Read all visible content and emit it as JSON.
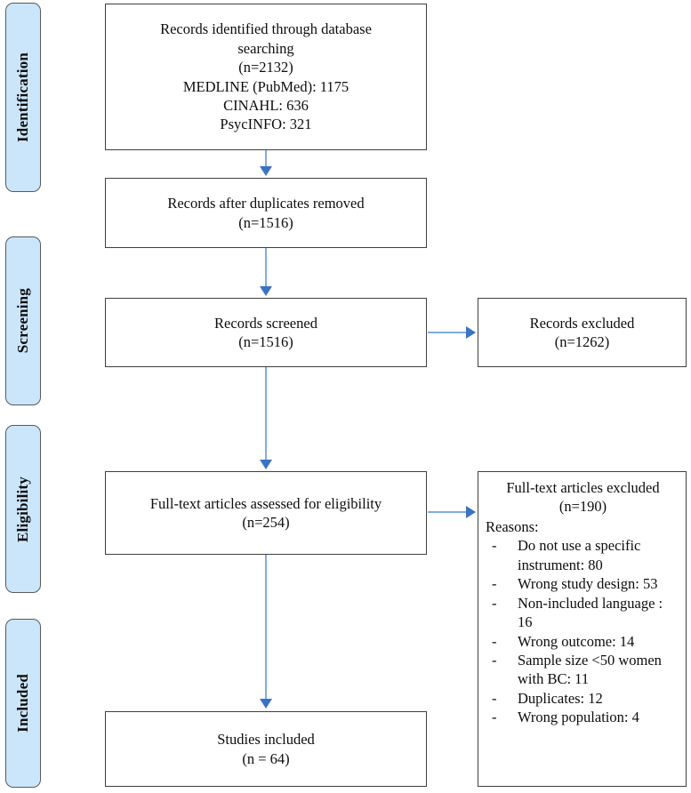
{
  "diagram": {
    "title": "PRISMA Flow Diagram",
    "accent_arrow_color": "#5B9BD5",
    "arrow_head_color": "#3B73C4",
    "stage_pill_fill": "#CBE6FB",
    "box_border_color": "#3F3F3F",
    "background": "#FFFFFF"
  },
  "stages": [
    {
      "id": "identification",
      "label": "Identification"
    },
    {
      "id": "screening",
      "label": "Screening"
    },
    {
      "id": "eligibility",
      "label": "Eligibility"
    },
    {
      "id": "included",
      "label": "Included"
    }
  ],
  "boxes": {
    "identified": {
      "lines": [
        "Records identified through database",
        "searching",
        "(n=2132)",
        "MEDLINE (PubMed): 1175",
        "CINAHL: 636",
        "PsycINFO: 321"
      ]
    },
    "duplicates_removed": {
      "lines": [
        "Records after duplicates removed",
        "(n=1516)"
      ]
    },
    "records_screened": {
      "lines": [
        "Records screened",
        "(n=1516)"
      ]
    },
    "records_excluded": {
      "lines": [
        "Records excluded",
        "(n=1262)"
      ]
    },
    "fulltext_assessed": {
      "lines": [
        "Full-text articles assessed for eligibility",
        "(n=254)"
      ]
    },
    "fulltext_excluded": {
      "header_lines": [
        "Full-text articles excluded",
        "(n=190)"
      ],
      "reasons_label": "Reasons:",
      "bullet_marker": "-",
      "reasons": [
        "Do not use a specific instrument: 80",
        "Wrong study design: 53",
        "Non-included language : 16",
        "Wrong outcome: 14",
        "Sample size <50 women with BC: 11",
        "Duplicates: 12",
        "Wrong population: 4"
      ]
    },
    "studies_included": {
      "lines": [
        "Studies included",
        "(n = 64)"
      ]
    }
  },
  "chart_data": {
    "type": "diagram",
    "title": "PRISMA flow diagram of study selection",
    "nodes": [
      {
        "id": "identified",
        "stage": "Identification",
        "label": "Records identified through database searching",
        "n": 2132,
        "breakdown": [
          {
            "source": "MEDLINE (PubMed)",
            "count": 1175
          },
          {
            "source": "CINAHL",
            "count": 636
          },
          {
            "source": "PsycINFO",
            "count": 321
          }
        ]
      },
      {
        "id": "duplicates_removed",
        "stage": "Identification",
        "label": "Records after duplicates removed",
        "n": 1516
      },
      {
        "id": "records_screened",
        "stage": "Screening",
        "label": "Records screened",
        "n": 1516
      },
      {
        "id": "records_excluded",
        "stage": "Screening",
        "label": "Records excluded",
        "n": 1262
      },
      {
        "id": "fulltext_assessed",
        "stage": "Eligibility",
        "label": "Full-text articles assessed for eligibility",
        "n": 254
      },
      {
        "id": "fulltext_excluded",
        "stage": "Eligibility",
        "label": "Full-text articles excluded",
        "n": 190,
        "reasons": [
          {
            "reason": "Do not use a specific instrument",
            "count": 80
          },
          {
            "reason": "Wrong study design",
            "count": 53
          },
          {
            "reason": "Non-included language",
            "count": 16
          },
          {
            "reason": "Wrong outcome",
            "count": 14
          },
          {
            "reason": "Sample size <50 women with BC",
            "count": 11
          },
          {
            "reason": "Duplicates",
            "count": 12
          },
          {
            "reason": "Wrong population",
            "count": 4
          }
        ]
      },
      {
        "id": "studies_included",
        "stage": "Included",
        "label": "Studies included",
        "n": 64
      }
    ],
    "edges": [
      {
        "from": "identified",
        "to": "duplicates_removed",
        "direction": "down"
      },
      {
        "from": "duplicates_removed",
        "to": "records_screened",
        "direction": "down"
      },
      {
        "from": "records_screened",
        "to": "records_excluded",
        "direction": "right"
      },
      {
        "from": "records_screened",
        "to": "fulltext_assessed",
        "direction": "down"
      },
      {
        "from": "fulltext_assessed",
        "to": "fulltext_excluded",
        "direction": "right"
      },
      {
        "from": "fulltext_assessed",
        "to": "studies_included",
        "direction": "down"
      }
    ]
  }
}
